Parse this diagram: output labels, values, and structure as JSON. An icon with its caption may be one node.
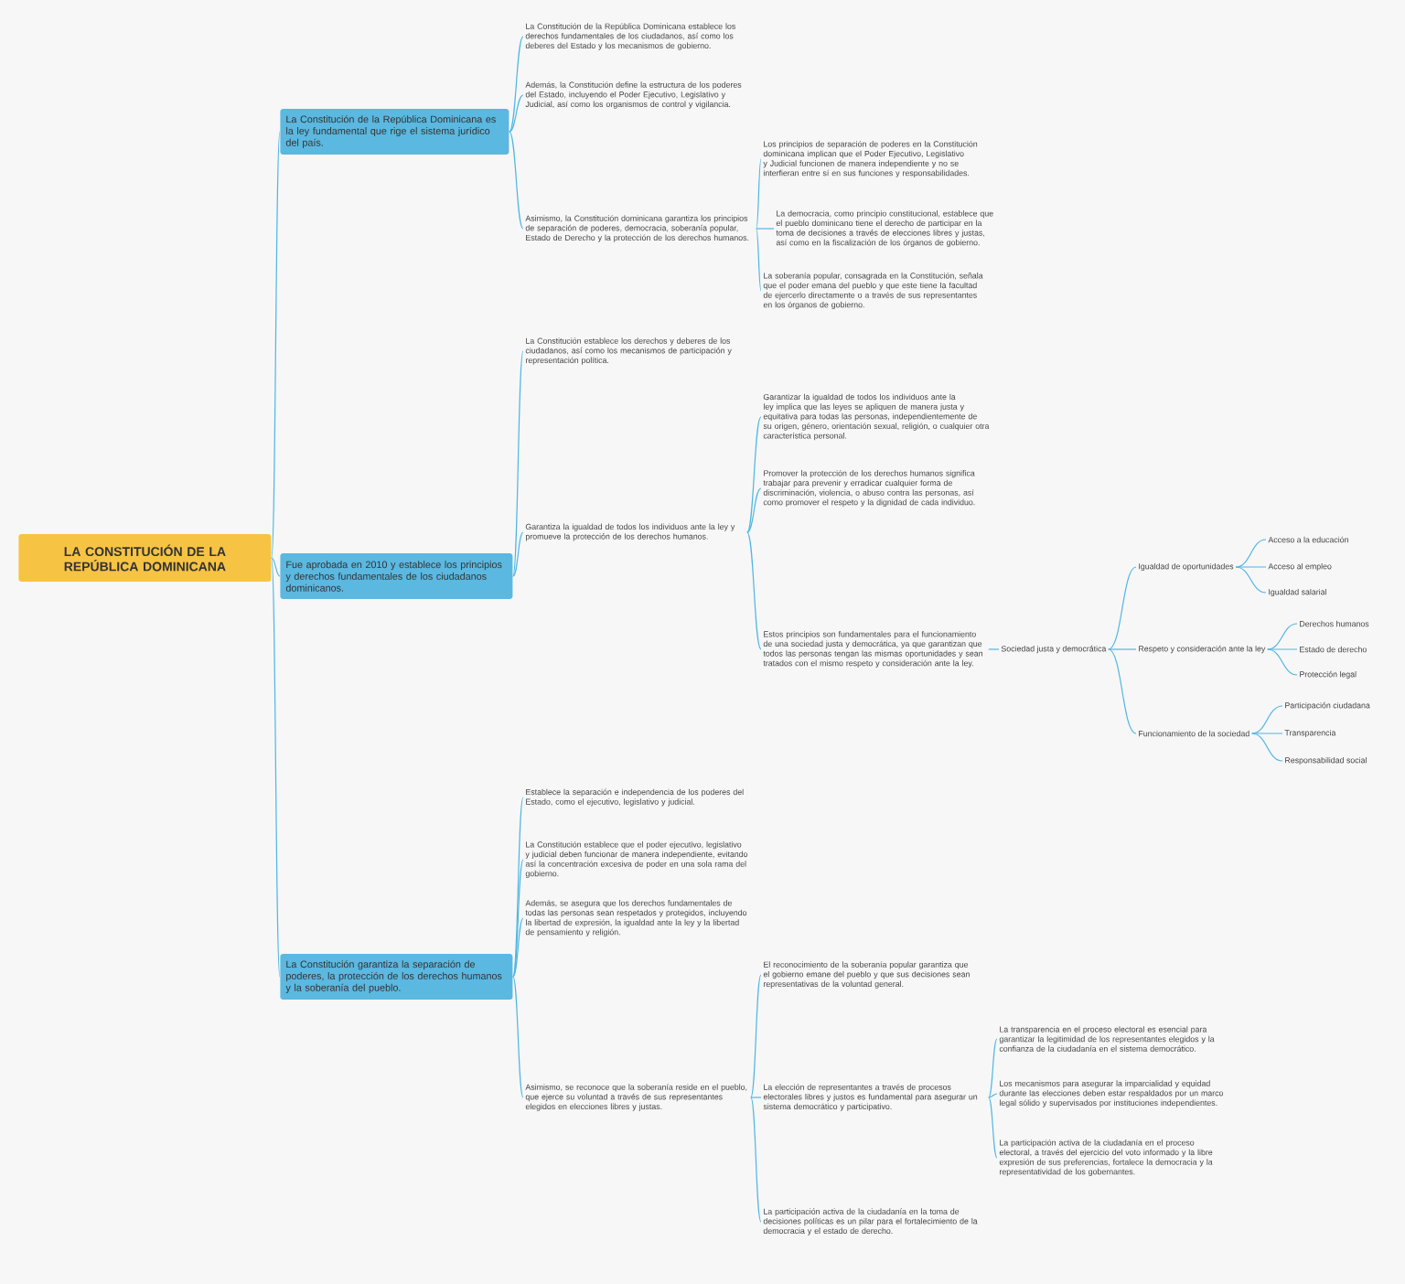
{
  "diagram": {
    "nodes": [
      {
        "text": [
          "LA CONSTITUCIÓN DE LA REPÚBLICA DOMINICANA"
        ]
      },
      {
        "text": [
          "La Constitución de la República Dominicana es la ley fundamental que rige el sistema jurídico del país."
        ]
      },
      {
        "text": [
          "La Constitución de la República Dominicana establece los derechos fundamentales de los ciudadanos, así como los deberes del Estado y los mecanismos de gobierno."
        ]
      },
      {
        "text": [
          "Además, la Constitución define la estructura de los poderes del Estado, incluyendo el Poder Ejecutivo, Legislativo y Judicial, así como los organismos de control y vigilancia."
        ]
      },
      {
        "text": [
          "Asimismo, la Constitución dominicana garantiza los principios de separación de poderes, democracia, soberanía popular, Estado de Derecho y la protección de los derechos humanos."
        ]
      },
      {
        "text": [
          "Los principios de separación de poderes en la Constitución dominicana implican que el Poder Ejecutivo, Legislativo y Judicial funcionen de manera independiente y no se interfieran entre sí en sus funciones y responsabilidades."
        ]
      },
      {
        "text": [
          "La democracia, como principio constitucional, establece que el pueblo dominicano tiene el derecho de participar en la toma de decisiones a través de elecciones libres y justas, así como en la fiscalización de los órganos de gobierno."
        ]
      },
      {
        "text": [
          "La soberanía popular, consagrada en la Constitución, señala que el poder emana del pueblo y que este tiene la facultad de ejercerlo directamente o a través de sus representantes en los órganos de gobierno."
        ]
      },
      {
        "text": [
          "Fue aprobada en 2010 y establece los principios y derechos fundamentales de los ciudadanos dominicanos."
        ]
      },
      {
        "text": [
          "La Constitución establece los derechos y deberes de los ciudadanos, así como los mecanismos de participación y representación política."
        ]
      },
      {
        "text": [
          "Garantiza la igualdad de todos los individuos ante la ley y promueve la protección de los derechos humanos."
        ]
      },
      {
        "text": [
          "Garantizar la igualdad de todos los individuos ante la ley implica que las leyes se apliquen de manera justa y equitativa para todas las personas, independientemente de su origen, género, orientación sexual, religión, o cualquier otra característica personal."
        ]
      },
      {
        "text": [
          "Promover la protección de los derechos humanos significa trabajar para prevenir y erradicar cualquier forma de discriminación, violencia, o abuso contra las personas, así como promover el respeto y la dignidad de cada individuo."
        ]
      },
      {
        "text": [
          "Estos principios son fundamentales para el funcionamiento de una sociedad justa y democrática, ya que garantizan que todos las personas tengan las mismas oportunidades y sean tratados con el mismo respeto y consideración ante la ley."
        ]
      },
      {
        "text": [
          "Sociedad justa y democrática"
        ]
      },
      {
        "text": [
          "Igualdad de oportunidades"
        ]
      },
      {
        "text": [
          "Acceso a la educación"
        ]
      },
      {
        "text": [
          "Acceso al empleo"
        ]
      },
      {
        "text": [
          "Igualdad salarial"
        ]
      },
      {
        "text": [
          "Respeto y consideración ante la ley"
        ]
      },
      {
        "text": [
          "Derechos humanos"
        ]
      },
      {
        "text": [
          "Estado de derecho"
        ]
      },
      {
        "text": [
          "Protección legal"
        ]
      },
      {
        "text": [
          "Funcionamiento de la sociedad"
        ]
      },
      {
        "text": [
          "Participación ciudadana"
        ]
      },
      {
        "text": [
          "Transparencia"
        ]
      },
      {
        "text": [
          "Responsabilidad social"
        ]
      },
      {
        "text": [
          "La Constitución garantiza la separación de poderes, la protección de los derechos humanos y la soberanía del pueblo."
        ]
      },
      {
        "text": [
          "Establece la separación e independencia de los poderes del Estado, como el ejecutivo, legislativo y judicial."
        ]
      },
      {
        "text": [
          "La Constitución establece que el poder ejecutivo, legislativo y judicial deben funcionar de manera independiente, evitando así la concentración excesiva de poder en una sola rama del gobierno."
        ]
      },
      {
        "text": [
          "Además, se asegura que los derechos fundamentales de todas las personas sean respetados y protegidos, incluyendo la libertad de expresión, la igualdad ante la ley y la libertad de pensamiento y religión."
        ]
      },
      {
        "text": [
          "Asimismo, se reconoce que la soberanía reside en el pueblo, que ejerce su voluntad a través de sus representantes elegidos en elecciones libres y justas."
        ]
      },
      {
        "text": [
          "El reconocimiento de la soberanía popular garantiza que el gobierno emane del pueblo y que sus decisiones sean representativas de la voluntad general."
        ]
      },
      {
        "text": [
          "La elección de representantes a través de procesos electorales libres y justos es fundamental para asegurar un sistema democrático y participativo."
        ]
      },
      {
        "text": [
          "La transparencia en el proceso electoral es esencial para garantizar la legitimidad de los representantes elegidos y la confianza de la ciudadanía en el sistema democrático."
        ]
      },
      {
        "text": [
          "Los mecanismos para asegurar la imparcialidad y equidad durante las elecciones deben estar respaldados por un marco legal sólido y supervisados por instituciones independientes."
        ]
      },
      {
        "text": [
          "La participación activa de la ciudadanía en el proceso electoral, a través del ejercicio del voto informado y la libre expresión de sus preferencias, fortalece la democracia y la representatividad de los gobernantes."
        ]
      },
      {
        "text": [
          "La participación activa de la ciudadanía en la toma de decisiones políticas es un pilar para el fortalecimiento de la democracia y el estado de derecho."
        ]
      }
    ],
    "edges": [
      {
        "from": 0,
        "to": 1,
        "arrow": "none"
      },
      {
        "from": 0,
        "to": 8,
        "arrow": "none"
      },
      {
        "from": 0,
        "to": 27,
        "arrow": "none"
      },
      {
        "from": 1,
        "to": 2,
        "arrow": "none"
      },
      {
        "from": 1,
        "to": 3,
        "arrow": "none"
      },
      {
        "from": 1,
        "to": 4,
        "arrow": "none"
      },
      {
        "from": 4,
        "to": 5,
        "arrow": "none"
      },
      {
        "from": 4,
        "to": 6,
        "arrow": "none"
      },
      {
        "from": 4,
        "to": 7,
        "arrow": "none"
      },
      {
        "from": 8,
        "to": 9,
        "arrow": "none"
      },
      {
        "from": 8,
        "to": 10,
        "arrow": "none"
      },
      {
        "from": 10,
        "to": 11,
        "arrow": "none"
      },
      {
        "from": 10,
        "to": 12,
        "arrow": "none"
      },
      {
        "from": 10,
        "to": 13,
        "arrow": "none"
      },
      {
        "from": 13,
        "to": 14,
        "arrow": "none"
      },
      {
        "from": 14,
        "to": 15,
        "arrow": "none"
      },
      {
        "from": 14,
        "to": 19,
        "arrow": "none"
      },
      {
        "from": 14,
        "to": 23,
        "arrow": "none"
      },
      {
        "from": 15,
        "to": 16,
        "arrow": "none"
      },
      {
        "from": 15,
        "to": 17,
        "arrow": "none"
      },
      {
        "from": 15,
        "to": 18,
        "arrow": "none"
      },
      {
        "from": 19,
        "to": 20,
        "arrow": "none"
      },
      {
        "from": 19,
        "to": 21,
        "arrow": "none"
      },
      {
        "from": 19,
        "to": 22,
        "arrow": "none"
      },
      {
        "from": 23,
        "to": 24,
        "arrow": "none"
      },
      {
        "from": 23,
        "to": 25,
        "arrow": "none"
      },
      {
        "from": 23,
        "to": 26,
        "arrow": "none"
      },
      {
        "from": 27,
        "to": 28,
        "arrow": "none"
      },
      {
        "from": 27,
        "to": 29,
        "arrow": "none"
      },
      {
        "from": 27,
        "to": 30,
        "arrow": "none"
      },
      {
        "from": 27,
        "to": 31,
        "arrow": "none"
      },
      {
        "from": 31,
        "to": 32,
        "arrow": "none"
      },
      {
        "from": 31,
        "to": 33,
        "arrow": "none"
      },
      {
        "from": 31,
        "to": 37,
        "arrow": "none"
      },
      {
        "from": 33,
        "to": 34,
        "arrow": "none"
      },
      {
        "from": 33,
        "to": 35,
        "arrow": "none"
      },
      {
        "from": 33,
        "to": 36,
        "arrow": "none"
      }
    ]
  }
}
